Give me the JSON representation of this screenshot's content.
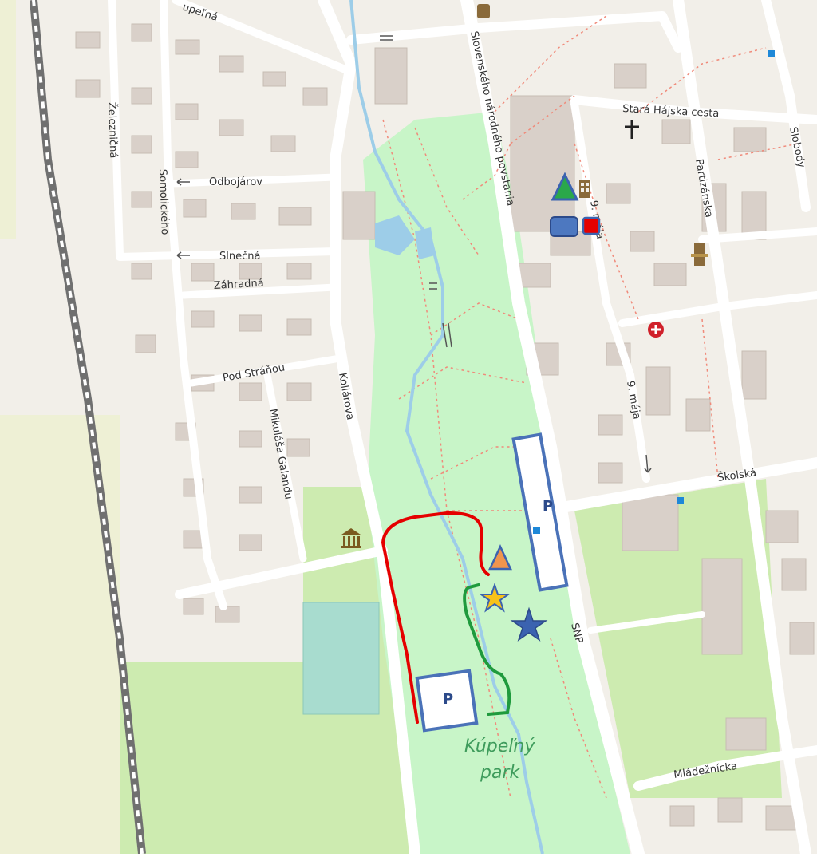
{
  "map": {
    "streets": {
      "kupelna": "upeľná",
      "snp_long": "Slovenského národného povstania",
      "stara_hajska": "Stará Hájska cesta",
      "slobody": "Slobody",
      "partizanska": "Partizánska",
      "zeleznicna": "Železničná",
      "somolickeho": "Somolického",
      "odbojarov": "Odbojárov",
      "slnecna": "Slnečná",
      "zahradna": "Záhradná",
      "pod_stranou": "Pod Stráňou",
      "kollarova": "Kollárova",
      "mikulasa_galandu": "Mikuláša Galandu",
      "deviateho_maja_top": "9. mája",
      "deviateho_maja": "9. mája",
      "skolska": "Školská",
      "snp_short": "SNP",
      "mladeznicka": "Mládežnícka"
    },
    "park_label": {
      "line1": "Kúpeľný",
      "line2": "park"
    },
    "parking_label_1": "P",
    "parking_label_2": "P",
    "colors": {
      "background": "#f2efe9",
      "park": "#c8f5c8",
      "grass": "#cdebb0",
      "farmland": "#eef0d5",
      "building": "#d9d0c9",
      "river": "#9dcde8",
      "road": "#ffffff",
      "railway": "#707070",
      "route_red": "#e50000",
      "route_green": "#1f9a3d",
      "parking_border": "#4a72b8",
      "star_blue": "#3b63b0",
      "star_yellow": "#f7c21a",
      "triangle_orange": "#f0954d",
      "triangle_green": "#2aa84a",
      "pitch": "#a8dccf"
    }
  }
}
